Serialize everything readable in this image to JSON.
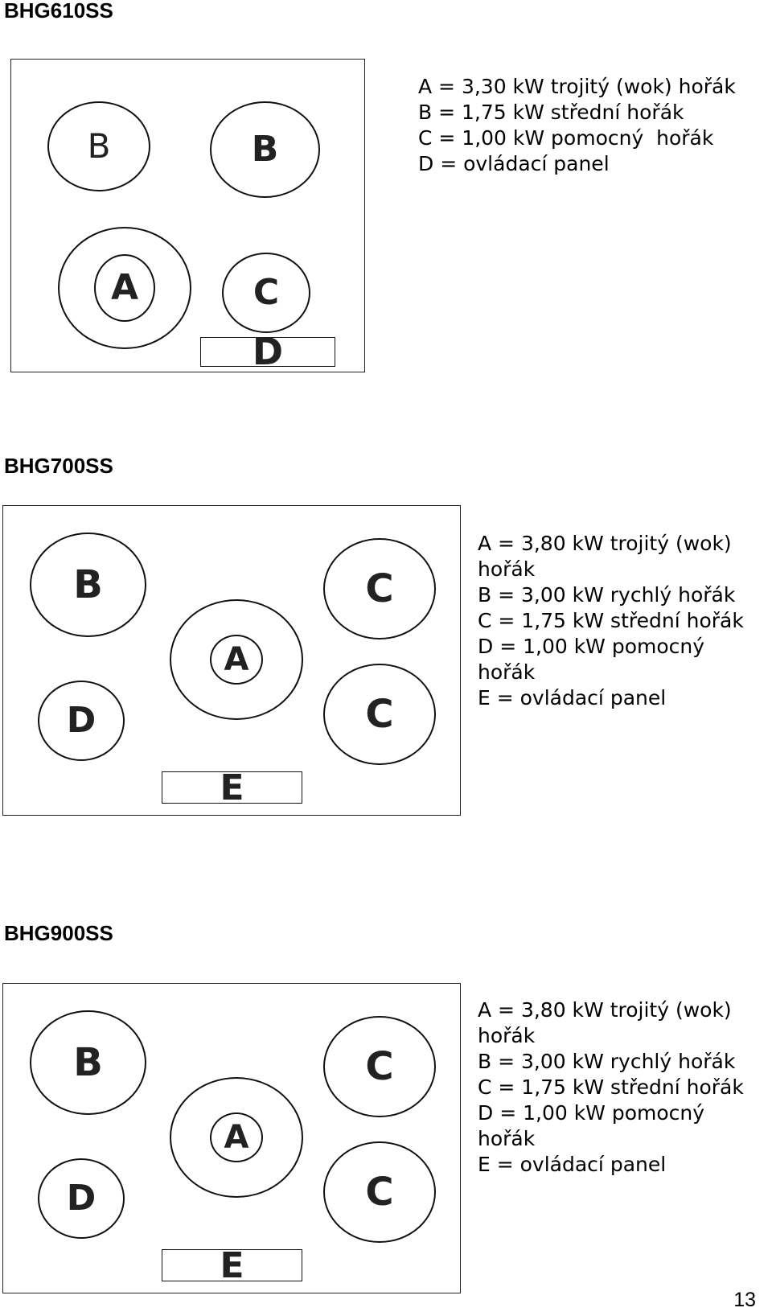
{
  "sections": [
    {
      "model": "BHG610SS",
      "legend": [
        "A = 3,30 kW trojitý (wok) hořák",
        "B = 1,75 kW střední hořák",
        "C = 1,00 kW pomocný  hořák",
        "D = ovládací panel"
      ],
      "burners": [
        "B",
        "B",
        "A",
        "C"
      ],
      "panel": "D"
    },
    {
      "model": "BHG700SS",
      "legend": [
        "A = 3,80 kW trojitý (wok)",
        "hořák",
        "B = 3,00 kW rychlý hořák",
        "C = 1,75 kW střední hořák",
        "D = 1,00 kW pomocný",
        "hořák",
        "E = ovládací panel"
      ],
      "burners": [
        "B",
        "D",
        "A",
        "C",
        "C"
      ],
      "panel": "E"
    },
    {
      "model": "BHG900SS",
      "legend": [
        "A = 3,80 kW trojitý (wok)",
        "hořák",
        "B = 3,00 kW rychlý hořák",
        "C = 1,75 kW střední hořák",
        "D = 1,00 kW pomocný",
        "hořák",
        "E = ovládací panel"
      ],
      "burners": [
        "B",
        "D",
        "A",
        "C",
        "C"
      ],
      "panel": "E"
    }
  ],
  "page_number": "13"
}
